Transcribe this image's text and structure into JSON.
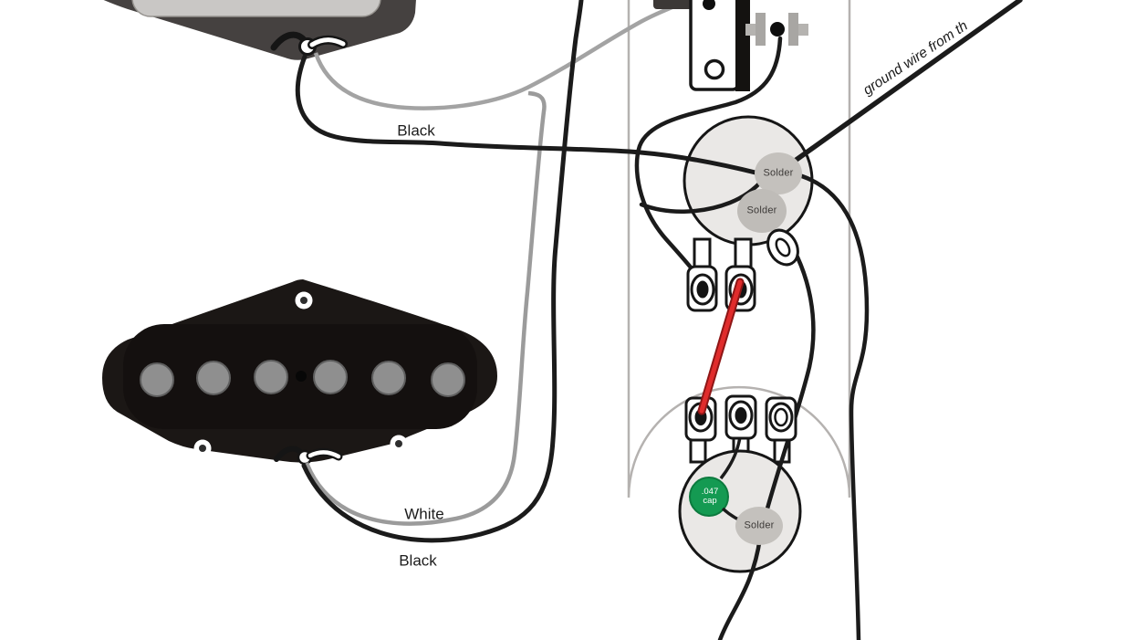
{
  "diagram": {
    "type": "guitar-wiring-diagram",
    "subject": "Telecaster pickups, 3-way switch, volume and tone pots with capacitor",
    "components": [
      "neck-pickup",
      "bridge-pickup",
      "control-plate",
      "selector-switch",
      "volume-pot",
      "tone-pot",
      "tone-capacitor"
    ]
  },
  "labels": {
    "neck_black_wire": "Black",
    "bridge_white_wire": "White",
    "bridge_black_wire": "Black",
    "volume_solder_top": "Solder",
    "volume_solder_bottom": "Solder",
    "tone_solder": "Solder",
    "cap_value": ".047",
    "cap_word": "cap",
    "ground_note": "ground wire from th"
  },
  "colors": {
    "wire_black": "#1b1b1b",
    "wire_white_gray": "#9b9b9b",
    "wire_hot_red": "#e02c2c",
    "wire_hot_red_edge": "#8e1616",
    "cap_green": "#149a52",
    "plate_outline": "#b5b2b0",
    "pot_body": "#eae8e6",
    "solder_blob": "#c4c1bd",
    "pickup_black": "#1b1715"
  }
}
